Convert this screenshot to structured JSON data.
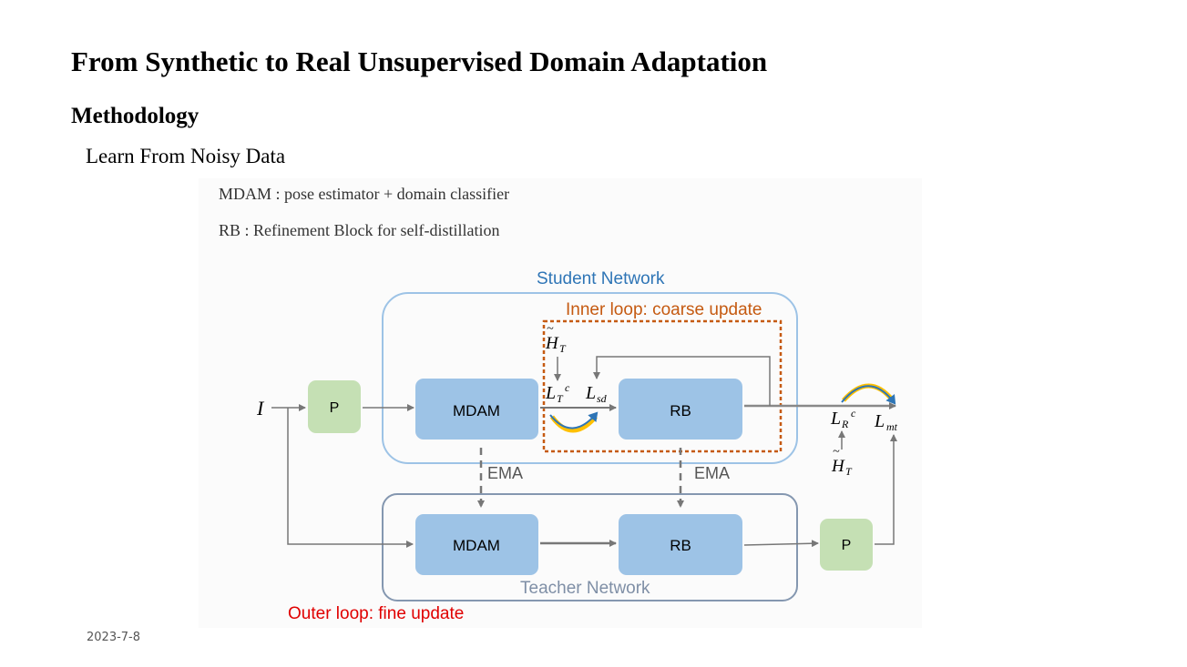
{
  "slide": {
    "title": "From Synthetic to Real Unsupervised Domain Adaptation",
    "section": "Methodology",
    "subsection": "Learn From Noisy Data",
    "date": "2023-7-8"
  },
  "figure": {
    "notes": [
      "MDAM : pose estimator + domain classifier",
      "RB : Refinement Block for self-distillation"
    ],
    "student_label": "Student Network",
    "teacher_label": "Teacher Network",
    "inner_loop_label": "Inner loop: coarse update",
    "outer_loop_label": "Outer loop: fine update",
    "ema_label": "EMA",
    "input_symbol": "I",
    "p_label": "P",
    "mdam_label": "MDAM",
    "rb_label": "RB",
    "h_symbol": "H",
    "h_subscript": "T",
    "loss_symbol": "L",
    "loss_t_sub": "T",
    "loss_c_sup": "c",
    "loss_sd_sub": "sd",
    "loss_r_sub": "R",
    "loss_mt_sub": "mt",
    "colors": {
      "student_box": "#9dc3e6",
      "teacher_box": "#8497b0",
      "block_fill": "#9dc3e6",
      "p_fill": "#c5e0b4",
      "inner_loop": "#c55a11",
      "outer_loop": "#e00000",
      "student_text": "#2e75b6",
      "teacher_text": "#7f8fa6",
      "arrow": "#777777",
      "cycle_blue": "#2e75b6",
      "cycle_yellow": "#ffc000"
    }
  }
}
